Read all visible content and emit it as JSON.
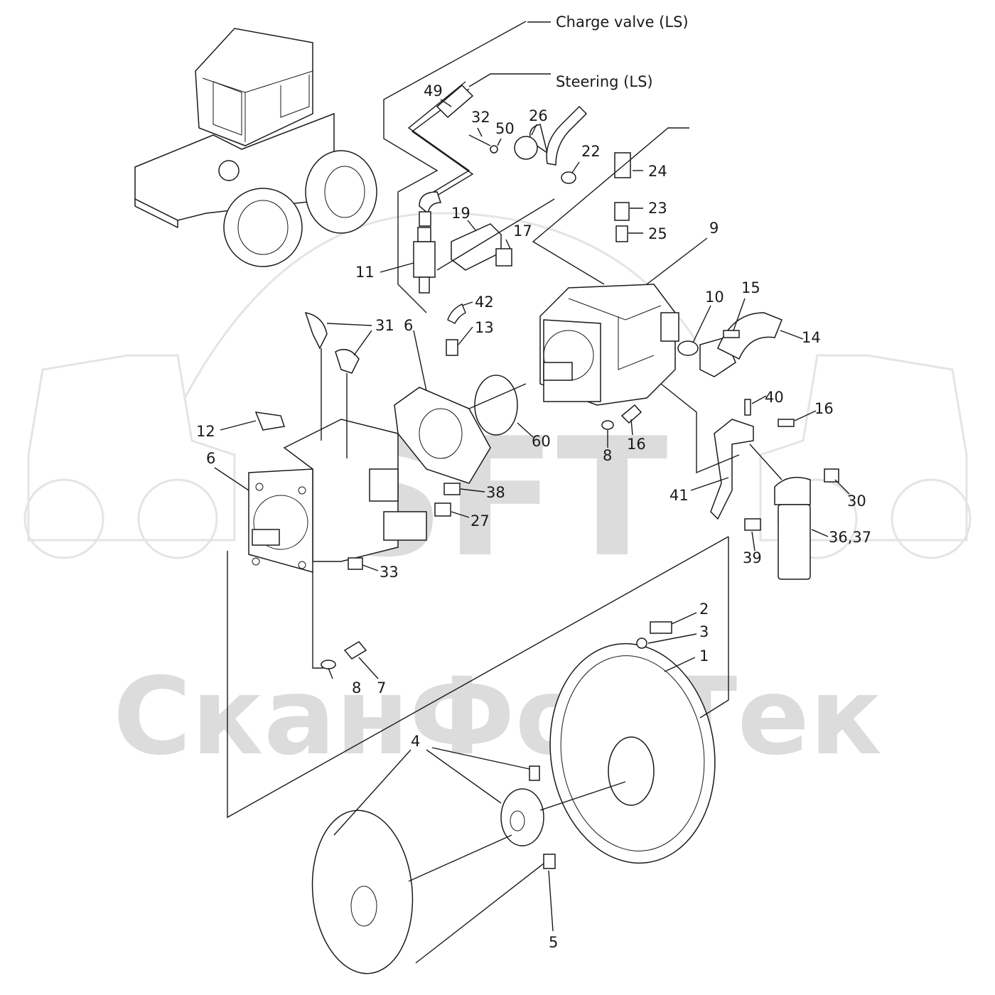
{
  "watermark": {
    "logo_text": "SFT",
    "brand_text": "СканФорТек"
  },
  "callouts": {
    "charge_valve": "Charge valve (LS)",
    "steering": "Steering (LS)"
  },
  "part_numbers": [
    {
      "id": "49",
      "text": "49"
    },
    {
      "id": "32",
      "text": "32"
    },
    {
      "id": "50",
      "text": "50"
    },
    {
      "id": "26",
      "text": "26"
    },
    {
      "id": "22",
      "text": "22"
    },
    {
      "id": "24",
      "text": "24"
    },
    {
      "id": "23",
      "text": "23"
    },
    {
      "id": "25",
      "text": "25"
    },
    {
      "id": "19",
      "text": "19"
    },
    {
      "id": "17",
      "text": "17"
    },
    {
      "id": "9",
      "text": "9"
    },
    {
      "id": "11",
      "text": "11"
    },
    {
      "id": "42",
      "text": "42"
    },
    {
      "id": "13",
      "text": "13"
    },
    {
      "id": "10",
      "text": "10"
    },
    {
      "id": "15",
      "text": "15"
    },
    {
      "id": "14",
      "text": "14"
    },
    {
      "id": "31",
      "text": "31"
    },
    {
      "id": "6a",
      "text": "6"
    },
    {
      "id": "40",
      "text": "40"
    },
    {
      "id": "16a",
      "text": "16"
    },
    {
      "id": "12",
      "text": "12"
    },
    {
      "id": "60",
      "text": "60"
    },
    {
      "id": "8a",
      "text": "8"
    },
    {
      "id": "16b",
      "text": "16"
    },
    {
      "id": "6b",
      "text": "6"
    },
    {
      "id": "38",
      "text": "38"
    },
    {
      "id": "41",
      "text": "41"
    },
    {
      "id": "30",
      "text": "30"
    },
    {
      "id": "27",
      "text": "27"
    },
    {
      "id": "36_37",
      "text": "36,37"
    },
    {
      "id": "39",
      "text": "39"
    },
    {
      "id": "33",
      "text": "33"
    },
    {
      "id": "2",
      "text": "2"
    },
    {
      "id": "3",
      "text": "3"
    },
    {
      "id": "1",
      "text": "1"
    },
    {
      "id": "8b",
      "text": "8"
    },
    {
      "id": "7",
      "text": "7"
    },
    {
      "id": "4",
      "text": "4"
    },
    {
      "id": "5",
      "text": "5"
    }
  ]
}
